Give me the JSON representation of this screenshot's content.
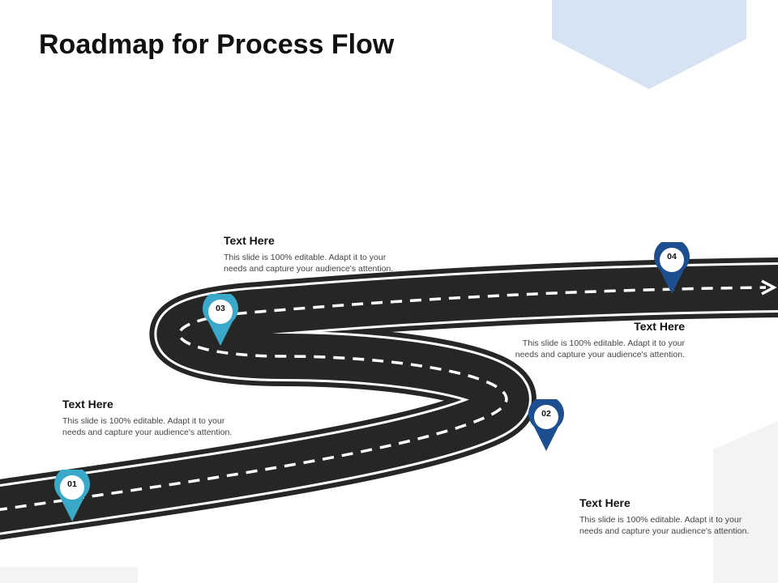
{
  "title": "Roadmap for Process Flow",
  "colors": {
    "road": "#262626",
    "teal": "#3aa9c9",
    "navy": "#1d4e8f",
    "hex_light": "#d6e3f3",
    "hex_grey": "#f3f3f3"
  },
  "milestones": [
    {
      "number": "01",
      "color": "teal",
      "heading": "Text Here",
      "text": "This slide is 100% editable. Adapt it to your needs and capture your audience's attention."
    },
    {
      "number": "02",
      "color": "navy",
      "heading": "Text Here",
      "text": "This slide is 100% editable. Adapt it to your needs and capture your audience's attention."
    },
    {
      "number": "03",
      "color": "teal",
      "heading": "Text Here",
      "text": "This slide is 100% editable. Adapt it to your needs and capture your audience's attention."
    },
    {
      "number": "04",
      "color": "navy",
      "heading": "Text Here",
      "text": "This slide is 100% editable. Adapt it to your needs and capture your audience's attention."
    }
  ]
}
